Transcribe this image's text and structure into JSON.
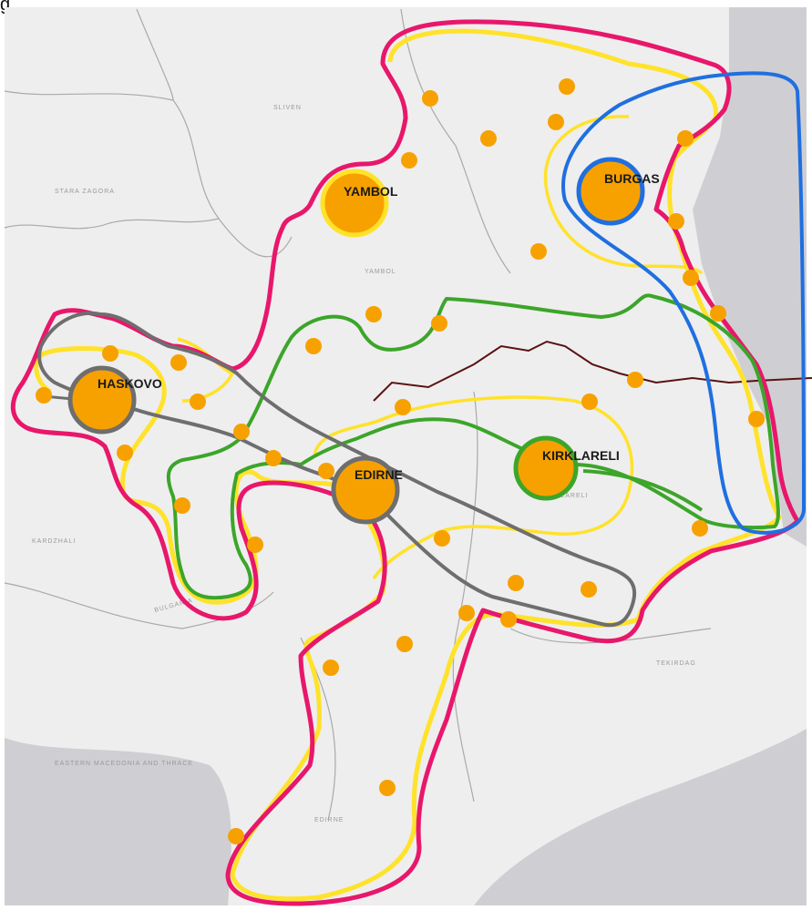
{
  "caption": "g",
  "colors": {
    "land": "#eeeeee",
    "sea": "#cfcfd3",
    "magenta": "#e8176b",
    "yellow": "#ffe22a",
    "green": "#3ca52a",
    "gray": "#6e6e6e",
    "blue": "#1f6fe0",
    "orange": "#f7a100",
    "border": "#5a1212"
  },
  "cities": [
    {
      "id": "yambol",
      "label": "YAMBOL",
      "ring": "yellow"
    },
    {
      "id": "burgas",
      "label": "BURGAS",
      "ring": "blue"
    },
    {
      "id": "haskovo",
      "label": "HASKOVO",
      "ring": "gray"
    },
    {
      "id": "edirne",
      "label": "EDIRNE",
      "ring": "gray"
    },
    {
      "id": "kirklareli",
      "label": "KIRKLARELI",
      "ring": "green"
    }
  ],
  "base_labels": {
    "stara_zagora": "STARA ZAGORA",
    "sliven": "SLIVEN",
    "yambol_region": "YAMBOL",
    "kardzhali": "KARDZHALI",
    "bulgaria": "BULGARIA",
    "eastern": "EASTERN MACEDONIA AND THRACE",
    "edirne_region": "EDIRNE",
    "tekirdag": "TEKIRDAG",
    "kirklareli_region": "KIRKLARELI"
  }
}
